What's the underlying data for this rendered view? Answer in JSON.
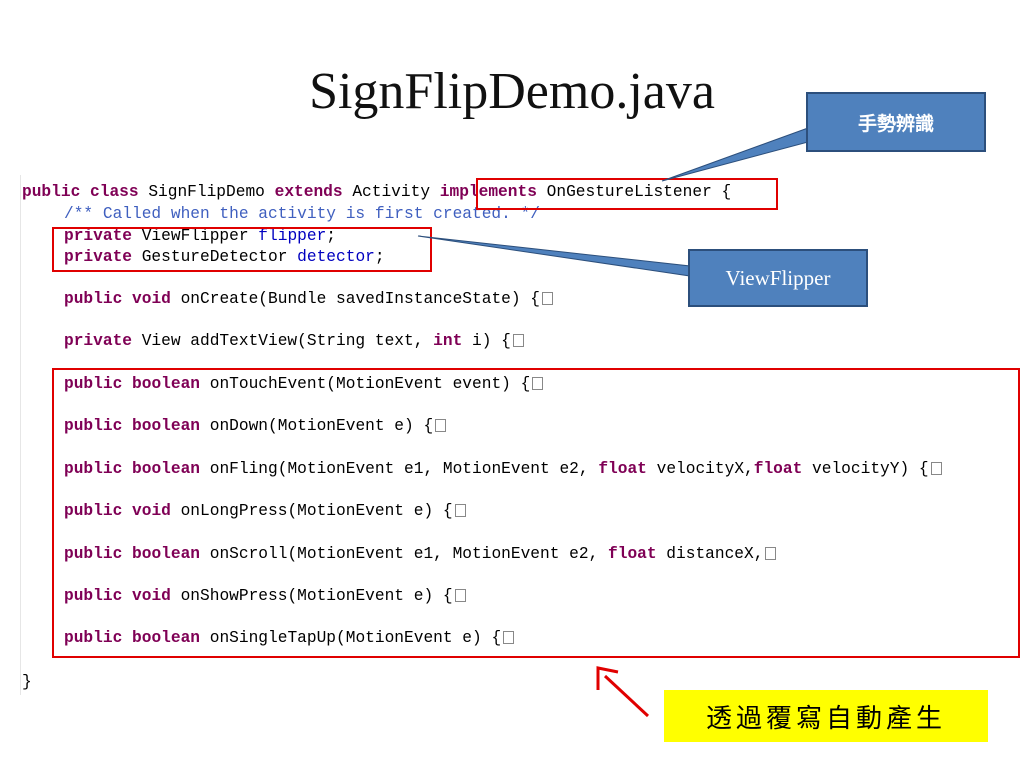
{
  "title": "SignFlipDemo.java",
  "code": {
    "class_decl": {
      "kw1": "public",
      "kw2": "class",
      "name": "SignFlipDemo",
      "kw3": "extends",
      "parent": "Activity",
      "kw4": "implements",
      "iface": "OnGestureListener",
      "brace": "{"
    },
    "comment": "/** Called when the activity is first created. */",
    "field1": {
      "kw": "private",
      "type": "ViewFlipper",
      "name": "flipper",
      "end": ";"
    },
    "field2": {
      "kw": "private",
      "type": "GestureDetector",
      "name": "detector",
      "end": ";"
    },
    "methods": [
      {
        "kw1": "public",
        "kw2": "void",
        "sig": "onCreate(Bundle savedInstanceState) {"
      },
      {
        "kw1": "private",
        "kw2": "",
        "sig": "View addTextView(String text, ",
        "kw3": "int",
        "sig2": " i) {"
      },
      {
        "kw1": "public",
        "kw2": "boolean",
        "sig": "onTouchEvent(MotionEvent event) {"
      },
      {
        "kw1": "public",
        "kw2": "boolean",
        "sig": "onDown(MotionEvent e) {"
      },
      {
        "kw1": "public",
        "kw2": "boolean",
        "sig": "onFling(MotionEvent e1, MotionEvent e2, ",
        "kw3": "float",
        "sig2": " velocityX,",
        "kw4": "float",
        "sig3": " velocityY) {"
      },
      {
        "kw1": "public",
        "kw2": "void",
        "sig": "onLongPress(MotionEvent e) {"
      },
      {
        "kw1": "public",
        "kw2": "boolean",
        "sig": "onScroll(MotionEvent e1, MotionEvent e2, ",
        "kw3": "float",
        "sig2": " distanceX,"
      },
      {
        "kw1": "public",
        "kw2": "void",
        "sig": "onShowPress(MotionEvent e) {"
      },
      {
        "kw1": "public",
        "kw2": "boolean",
        "sig": "onSingleTapUp(MotionEvent e) {"
      }
    ],
    "closing": "}"
  },
  "callouts": {
    "gesture": "手勢辨識",
    "viewflipper": "ViewFlipper",
    "override": "透過覆寫自動產生"
  },
  "colors": {
    "keyword": "#7f0055",
    "comment": "#3f5fbf",
    "field": "#0000c0",
    "highlight_box": "#e00000",
    "callout_fill": "#4f81bd",
    "note_fill": "#ffff00"
  }
}
